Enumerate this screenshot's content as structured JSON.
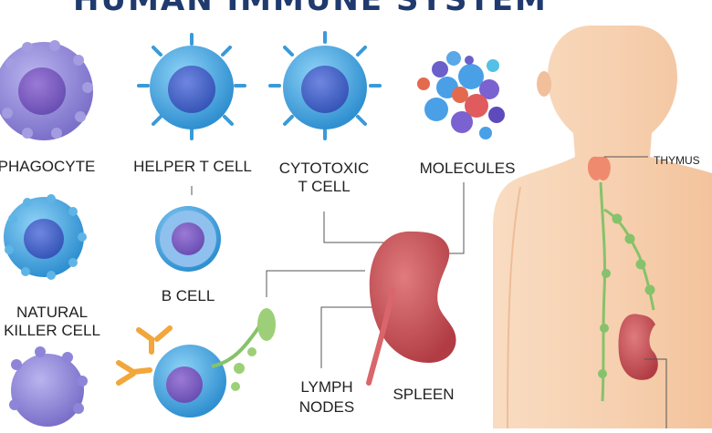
{
  "title": "HUMAN IMMUNE SYSTEM",
  "labels": {
    "phagocyte": "PHAGOCYTE",
    "helper_t_cell": "HELPER T CELL",
    "cytotoxic_line1": "CYTOTOXIC",
    "cytotoxic_line2": "T CELL",
    "molecules": "MOLECULES",
    "thymus": "THYMUS",
    "natural_killer_line1": "NATURAL",
    "natural_killer_line2": "KILLER CELL",
    "b_cell": "B CELL",
    "lymph_line1": "LYMPH",
    "lymph_line2": "NODES",
    "spleen": "SPLEEN"
  },
  "colors": {
    "title": "#1f3a6e",
    "phagocyte": "#8f86d6",
    "helper_t": "#4fa9e0",
    "cytotoxic": "#4fa9e0",
    "natural_killer": "#48a7df",
    "b_cell": "#7fb5ea",
    "spleen": "#c84a4f",
    "body_skin": "#f6cfae",
    "lymph_vessel": "#86c26b",
    "antibody": "#f2a63b",
    "thymus": "#f08a6e"
  }
}
